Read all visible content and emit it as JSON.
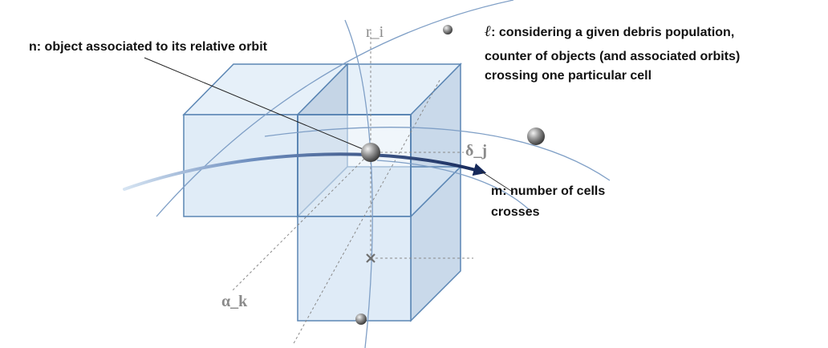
{
  "annotations": {
    "n_label": "n: object associated to its relative orbit",
    "l_symbol": "ℓ",
    "l_line1": ": considering a given debris population,",
    "l_line2": "counter of objects (and associated orbits)",
    "l_line3": "crossing one particular cell",
    "m_line1": "m: number of cells",
    "m_line2": "crosses"
  },
  "axes": {
    "r": "r_i",
    "delta": "δ_j",
    "alpha": "α_k"
  },
  "colors": {
    "cell_fill": "#dbe9f6",
    "cell_stroke": "#5b86b4",
    "orbit": "#7f9fc6",
    "arrow": "#1b2d5c",
    "axis_label": "#8a8a8a",
    "sphere": "#6e6e6e"
  }
}
